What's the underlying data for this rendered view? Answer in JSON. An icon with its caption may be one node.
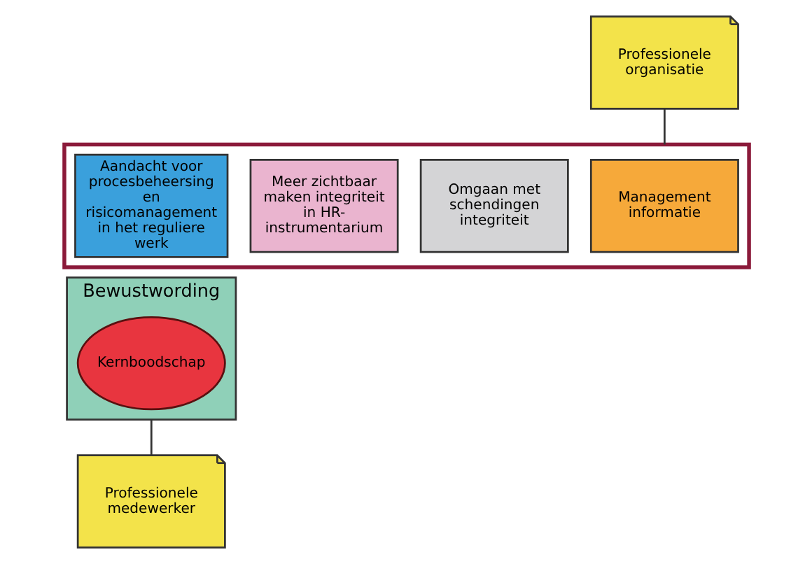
{
  "diagram": {
    "nodes": [
      {
        "text": [
          "Professionele organisatie"
        ]
      },
      {
        "text": [],
        "shape": "box"
      },
      {
        "text": [
          "Aandacht voor procesbeheersing en risicomanagement in het reguliere werk"
        ],
        "in": 1
      },
      {
        "text": [
          "Meer zichtbaar maken integriteit in HR-instrumentarium"
        ],
        "in": 1
      },
      {
        "text": [
          "Omgaan met schendingen integriteit"
        ],
        "in": 1
      },
      {
        "text": [
          "Management informatie"
        ],
        "in": 1
      },
      {
        "text": [
          "Bewustwording"
        ]
      },
      {
        "text": [
          "Kernboodschap"
        ],
        "in": 6
      },
      {
        "text": [
          "Professionele medewerker"
        ]
      }
    ],
    "edges": [
      {
        "from": 0,
        "to": 1,
        "arrow": "none"
      },
      {
        "from": 8,
        "to": 6,
        "arrow": "none"
      }
    ]
  }
}
